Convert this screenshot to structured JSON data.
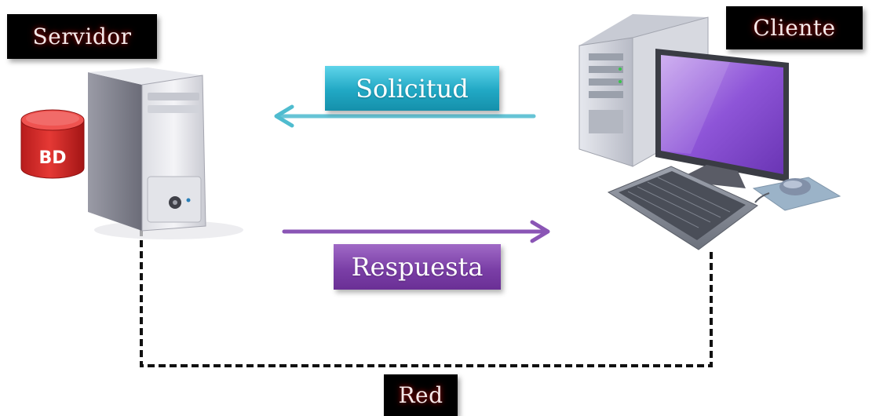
{
  "nodes": {
    "server": {
      "label": "Servidor"
    },
    "client": {
      "label": "Cliente"
    },
    "database": {
      "label": "BD"
    },
    "network": {
      "label": "Red"
    }
  },
  "messages": {
    "request": {
      "label": "Solicitud",
      "color": "#3db8d0"
    },
    "response": {
      "label": "Respuesta",
      "color": "#8a55b5"
    }
  },
  "colors": {
    "label_bg": "#000000",
    "label_glow": "#8b0a0a",
    "network_line": "#000000",
    "database": "#c62828"
  },
  "icons": {
    "server": "server-tower-icon",
    "client": "desktop-computer-icon",
    "database": "database-cylinder-icon"
  }
}
